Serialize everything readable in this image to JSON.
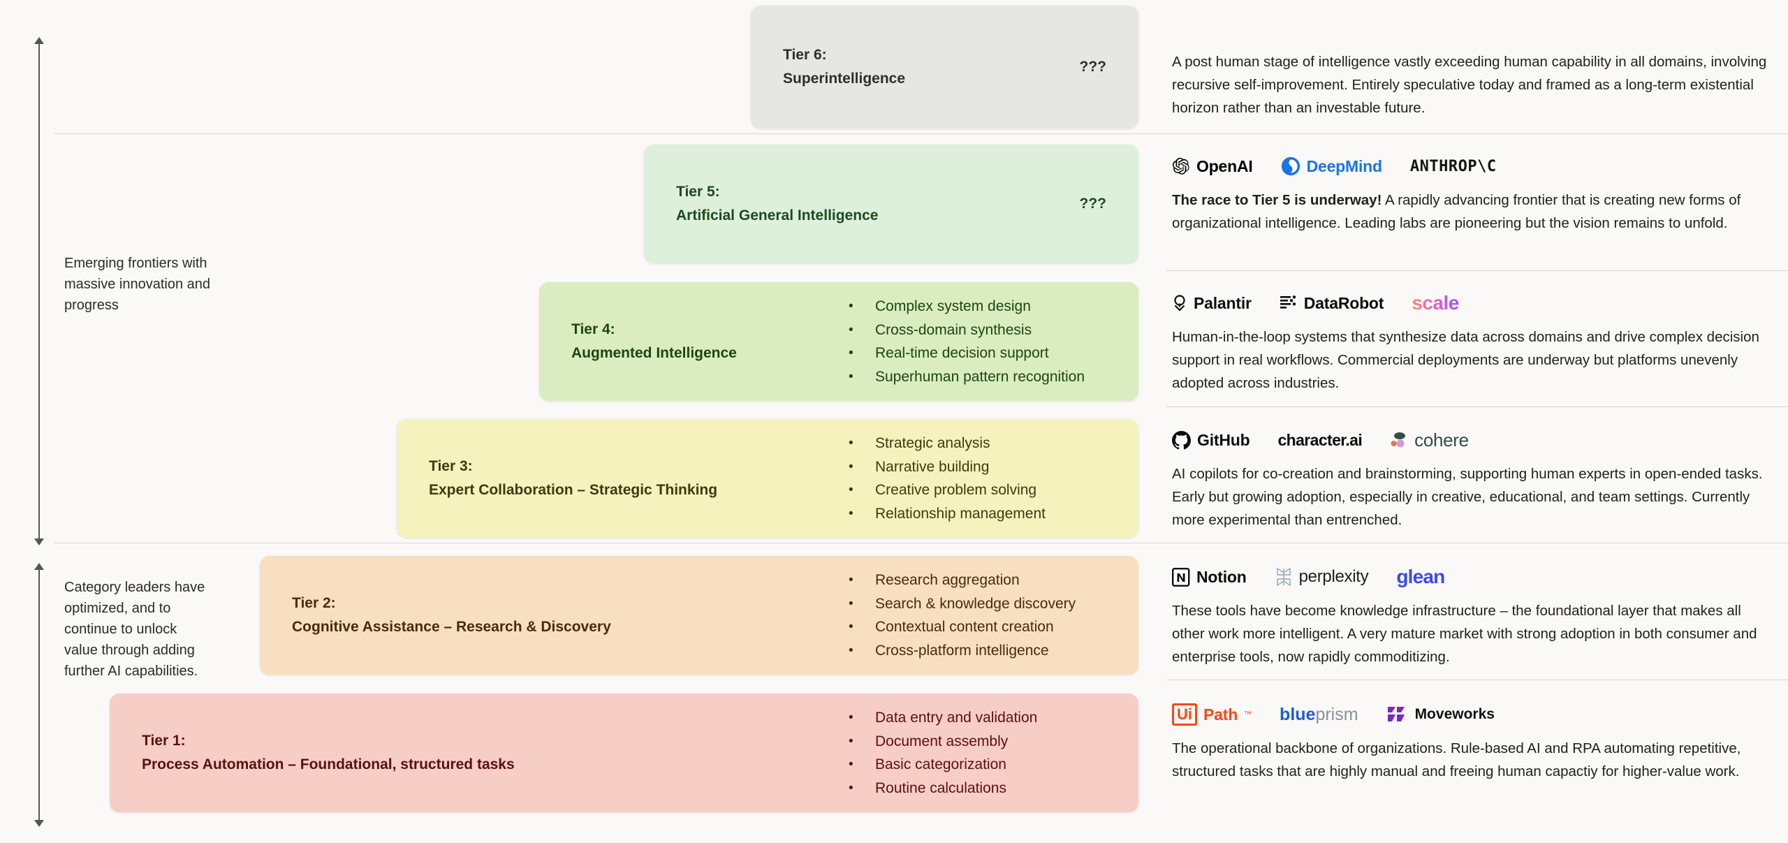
{
  "left_axis": {
    "upper_caption": "Emerging frontiers with massive innovation and progress",
    "lower_caption": "Category leaders have optimized, and to continue to unlock value through adding further AI capabilities."
  },
  "tiers": [
    {
      "id": "tier-6",
      "num": "Tier 6:",
      "title": "Superintelligence",
      "marker": "???",
      "bullets": [],
      "bar_color": "#e6e6e4",
      "text_color": "#2e2e2e",
      "logos": [],
      "description_lead": "",
      "description": "A post human stage of intelligence vastly exceeding human capability in all domains, involving recursive self-improvement. Entirely speculative today and framed as a long-term existential horizon rather than an investable future."
    },
    {
      "id": "tier-5",
      "num": "Tier 5:",
      "title": "Artificial General Intelligence",
      "marker": "???",
      "bullets": [],
      "bar_color": "#ddf0dc",
      "text_color": "#1e4a1e",
      "logos": [
        "OpenAI",
        "DeepMind",
        "ANTHROP\\C"
      ],
      "description_lead": "The race to Tier 5 is underway!",
      "description": " A rapidly advancing frontier that is creating new forms of organizational intelligence. Leading labs are pioneering but the vision remains to unfold."
    },
    {
      "id": "tier-4",
      "num": "Tier 4:",
      "title": "Augmented Intelligence",
      "marker": "",
      "bullets": [
        "Complex system design",
        "Cross-domain synthesis",
        "Real-time decision support",
        "Superhuman pattern recognition"
      ],
      "bar_color": "#d9edc0",
      "text_color": "#1f4410",
      "logos": [
        "Palantir",
        "DataRobot",
        "scale"
      ],
      "description_lead": "",
      "description": "Human-in-the-loop systems that synthesize data across domains and drive complex decision support in real workflows. Commercial deployments are underway but platforms unevenly adopted across industries."
    },
    {
      "id": "tier-3",
      "num": "Tier 3:",
      "title": "Expert Collaboration – Strategic Thinking",
      "marker": "",
      "bullets": [
        "Strategic analysis",
        "Narrative building",
        "Creative problem solving",
        "Relationship management"
      ],
      "bar_color": "#f6f2bd",
      "text_color": "#3d3a10",
      "logos": [
        "GitHub",
        "character.ai",
        "cohere"
      ],
      "description_lead": "",
      "description": "AI copilots for co-creation and brainstorming, supporting human experts in open-ended tasks. Early but growing adoption, especially in creative, educational, and team settings. Currently more experimental than entrenched."
    },
    {
      "id": "tier-2",
      "num": "Tier 2:",
      "title": "Cognitive Assistance – Research & Discovery",
      "marker": "",
      "bullets": [
        "Research aggregation",
        "Search & knowledge discovery",
        "Contextual content creation",
        "Cross-platform intelligence"
      ],
      "bar_color": "#f8dfc0",
      "text_color": "#4a2a0c",
      "logos": [
        "Notion",
        "perplexity",
        "glean"
      ],
      "description_lead": "",
      "description": "These tools have become knowledge infrastructure – the foundational layer that makes all other work more intelligent. A very mature market with strong adoption in both consumer and enterprise tools, now rapidly commoditizing."
    },
    {
      "id": "tier-1",
      "num": "Tier 1:",
      "title": "Process Automation – Foundational, structured tasks",
      "marker": "",
      "bullets": [
        "Data entry and validation",
        "Document assembly",
        "Basic categorization",
        "Routine calculations"
      ],
      "bar_color": "#f6cec6",
      "text_color": "#5a1010",
      "logos": [
        "UiPath",
        "blueprism",
        "Moveworks"
      ],
      "description_lead": "",
      "description": "The operational backbone of organizations. Rule-based AI and RPA automating repetitive, structured tasks that are highly manual and freeing human capactiy for higher-value work."
    }
  ],
  "logo_labels": {
    "openai": "OpenAI",
    "deepmind": "DeepMind",
    "anthropic": "ANTHROP\\C",
    "palantir": "Palantir",
    "datarobot": "DataRobot",
    "scale": "scale",
    "github": "GitHub",
    "characterai": "character.ai",
    "cohere": "cohere",
    "notion": "Notion",
    "perplexity": "perplexity",
    "glean": "glean",
    "uipath_ui": "Ui",
    "uipath_path": "Path",
    "uipath_tm": "™",
    "blueprism_blue": "blue",
    "blueprism_prism": "prism",
    "moveworks": "Moveworks"
  },
  "colors": {
    "page_bg": "#faf9f7",
    "tier6": "#e6e6e4",
    "tier5": "#ddf0dc",
    "tier4": "#d9edc0",
    "tier3": "#f6f2bd",
    "tier2": "#f8dfc0",
    "tier1": "#f6cec6",
    "deepmind_blue": "#1a73e8",
    "glean_blue": "#3b4af0",
    "uipath_orange": "#fa4616",
    "blueprism_blue": "#1c5fd6",
    "moveworks_purple": "#7d27c4",
    "cohere_green": "#2f4f45"
  }
}
